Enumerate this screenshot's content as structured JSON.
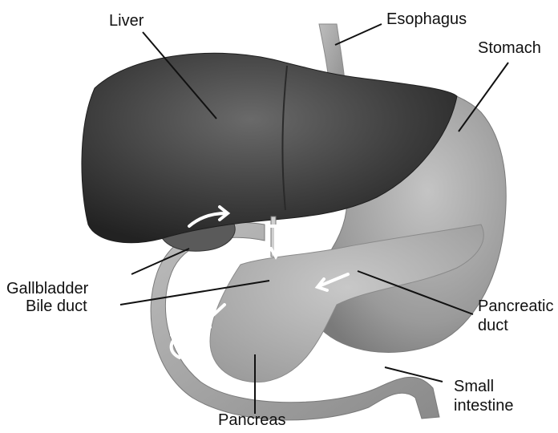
{
  "diagram": {
    "labels": {
      "liver": "Liver",
      "esophagus": "Esophagus",
      "stomach": "Stomach",
      "gallbladder": "Gallbladder",
      "bile_duct": "Bile duct",
      "pancreatic_duct_line1": "Pancreatic",
      "pancreatic_duct_line2": "duct",
      "small_intestine_line1": "Small",
      "small_intestine_line2": "intestine",
      "pancreas": "Pancreas"
    },
    "colors": {
      "liver_dark": "#3a3a3a",
      "liver_mid": "#555555",
      "stomach": "#9a9a9a",
      "intestine": "#a8a8a8",
      "arrow": "#ffffff",
      "leader_line": "#111111",
      "background": "#ffffff"
    }
  }
}
